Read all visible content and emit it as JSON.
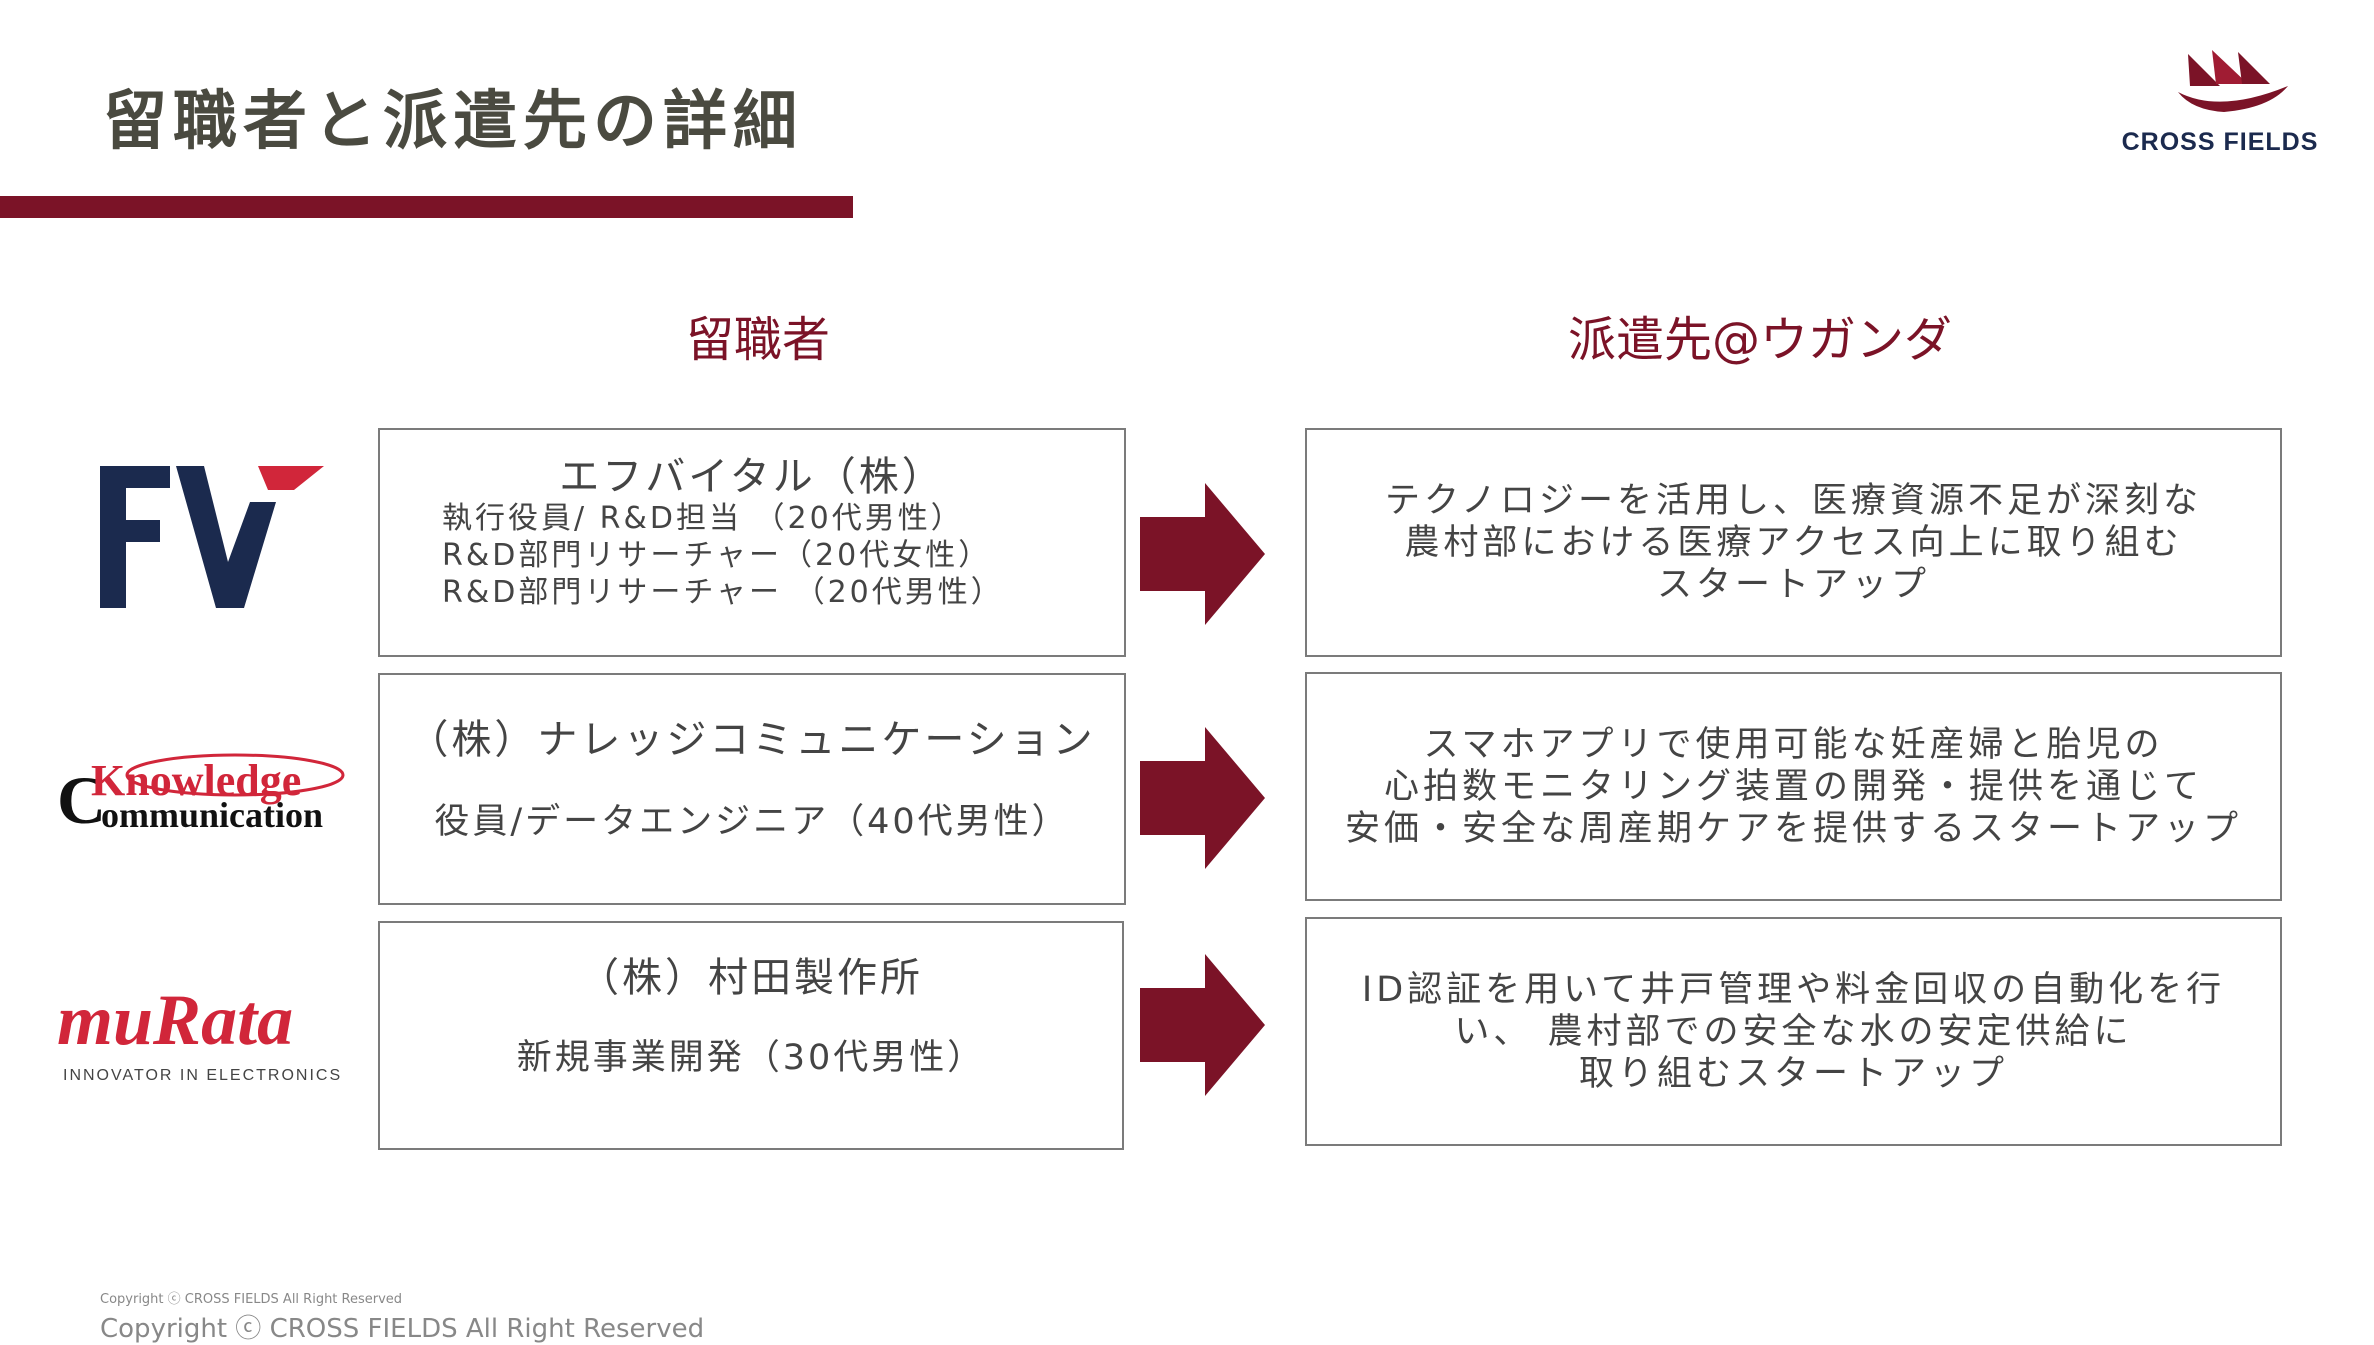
{
  "header": {
    "title": "留職者と派遣先の詳細",
    "brand": {
      "name": "CROSS FIELDS",
      "color": "#7b1327"
    }
  },
  "columns": {
    "left_heading": "留職者",
    "right_heading": "派遣先@ウガンダ"
  },
  "rows": [
    {
      "logo": {
        "name": "fv-logo",
        "text": "FV"
      },
      "company": "エフバイタル（株）",
      "roles": [
        "執行役員/ R&D担当 （20代男性）",
        "R&D部門リサーチャー（20代女性）",
        "R&D部門リサーチャー （20代男性）"
      ],
      "description": [
        "テクノロジーを活用し、医療資源不足が深刻な",
        "農村部における医療アクセス向上に取り組む",
        "スタートアップ"
      ]
    },
    {
      "logo": {
        "name": "knowledge-communication-logo",
        "text_top": "Knowledge",
        "text_bottom": "ommunication",
        "initial": "C"
      },
      "company": "（株）ナレッジコミュニケーション",
      "roles": [
        "役員/データエンジニア（40代男性）"
      ],
      "description": [
        "スマホアプリで使用可能な妊産婦と胎児の",
        "心拍数モニタリング装置の開発・提供を通じて",
        "安価・安全な周産期ケアを提供するスタートアップ"
      ]
    },
    {
      "logo": {
        "name": "murata-logo",
        "text": "muRata",
        "tagline": "INNOVATOR IN ELECTRONICS"
      },
      "company": "（株）村田製作所",
      "roles": [
        "新規事業開発（30代男性）"
      ],
      "description": [
        "ID認証を用いて井戸管理や料金回収の自動化を行",
        "い、 農村部での安全な水の安定供給に",
        "取り組むスタートアップ"
      ]
    }
  ],
  "footer": {
    "copyright_small": "Copyright ⓒ CROSS FIELDS All Right  Reserved",
    "copyright": "Copyright ⓒ CROSS FIELDS All Right  Reserved"
  },
  "colors": {
    "accent": "#7b1327",
    "text": "#444444",
    "title": "#4a4a40",
    "navy": "#1b2a4e"
  }
}
